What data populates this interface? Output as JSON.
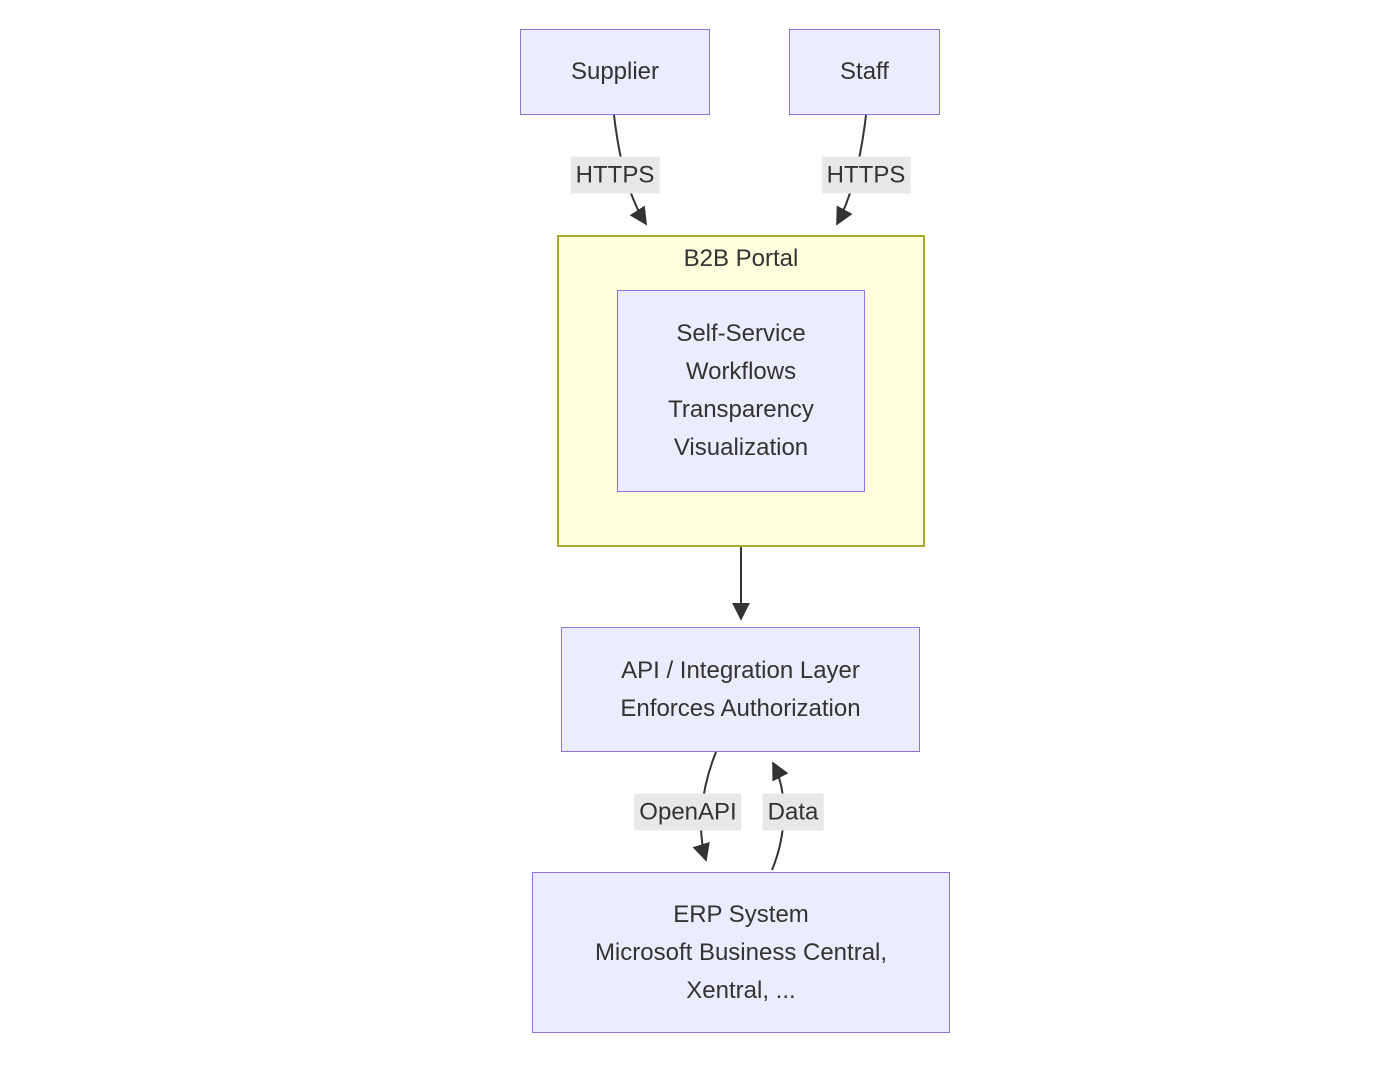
{
  "diagram": {
    "nodes": {
      "supplier": {
        "label": "Supplier"
      },
      "staff": {
        "label": "Staff"
      },
      "b2b_portal": {
        "title": "B2B Portal"
      },
      "features": {
        "lines": [
          "Self-Service",
          "Workflows",
          "Transparency",
          "Visualization"
        ]
      },
      "api_layer": {
        "lines": [
          "API / Integration Layer",
          "Enforces Authorization"
        ]
      },
      "erp": {
        "lines": [
          "ERP System",
          "Microsoft Business Central,",
          "Xentral, ..."
        ]
      }
    },
    "edge_labels": {
      "supplier_to_portal": "HTTPS",
      "staff_to_portal": "HTTPS",
      "api_to_erp": "OpenAPI",
      "erp_to_api": "Data"
    },
    "colors": {
      "node_fill": "#ECECFF",
      "node_border": "#9370DB",
      "subgraph_fill": "#FFFFDE",
      "subgraph_border": "#AAAA33",
      "edge_label_bg": "#E8E8E8",
      "edge_stroke": "#333333",
      "text": "#333333",
      "background": "#FFFFFF"
    }
  }
}
